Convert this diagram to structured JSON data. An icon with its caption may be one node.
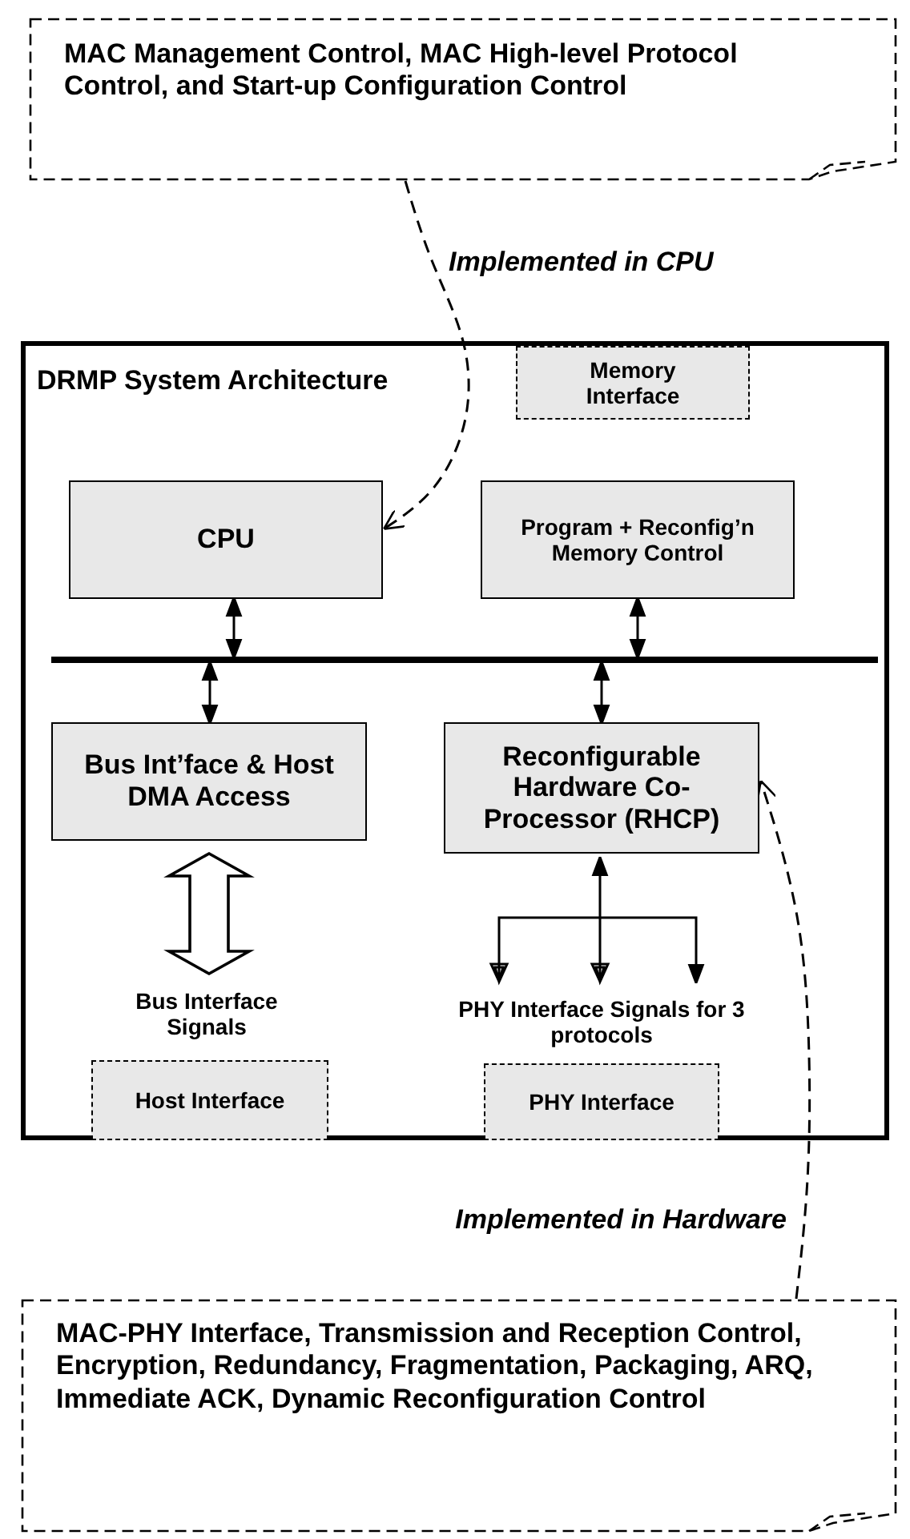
{
  "diagram": {
    "nodes": [
      {
        "text": [
          "MAC Management Control, MAC High-level Protocol Control,  and Start-up Configuration Control"
        ]
      },
      {
        "text": [
          "DRMP System Architecture"
        ]
      },
      {
        "text": [
          "Memory Interface"
        ],
        "in": 1
      },
      {
        "text": [
          "CPU"
        ],
        "in": 1
      },
      {
        "text": [
          "Program + Reconfig’n Memory Control"
        ],
        "in": 1
      },
      {
        "text": [],
        "shape": "bar",
        "in": 1
      },
      {
        "text": [
          "Bus Int’face & Host DMA Access"
        ],
        "in": 1
      },
      {
        "text": [
          "Reconfigurable Hardware Co-Processor (RHCP)"
        ],
        "in": 1
      },
      {
        "text": [
          "Bus Interface Signals"
        ],
        "in": 1
      },
      {
        "text": [
          "PHY Interface Signals for 3 protocols"
        ],
        "in": 1
      },
      {
        "text": [
          "Host  Interface"
        ],
        "in": 1
      },
      {
        "text": [
          "PHY  Interface"
        ],
        "in": 1
      },
      {
        "text": [
          "MAC-PHY Interface, Transmission and Reception Control, Encryption, Redundancy, Fragmentation, Packaging, ARQ, Immediate ACK, Dynamic Reconfiguration Control"
        ]
      }
    ],
    "edges": [
      {
        "from": 0,
        "to": 3,
        "arrow": "to",
        "style": "dashed",
        "label": "Implemented in CPU"
      },
      {
        "from": 12,
        "to": 7,
        "arrow": "to",
        "style": "dashed",
        "label": "Implemented in Hardware"
      },
      {
        "from": 3,
        "to": 5,
        "arrow": "both"
      },
      {
        "from": 4,
        "to": 5,
        "arrow": "both"
      },
      {
        "from": 5,
        "to": 6,
        "arrow": "both"
      },
      {
        "from": 5,
        "to": 7,
        "arrow": "both"
      },
      {
        "from": 6,
        "to": 8,
        "arrow": "both",
        "style": "thick"
      },
      {
        "from": 7,
        "to": 9,
        "arrow": "both"
      }
    ]
  }
}
